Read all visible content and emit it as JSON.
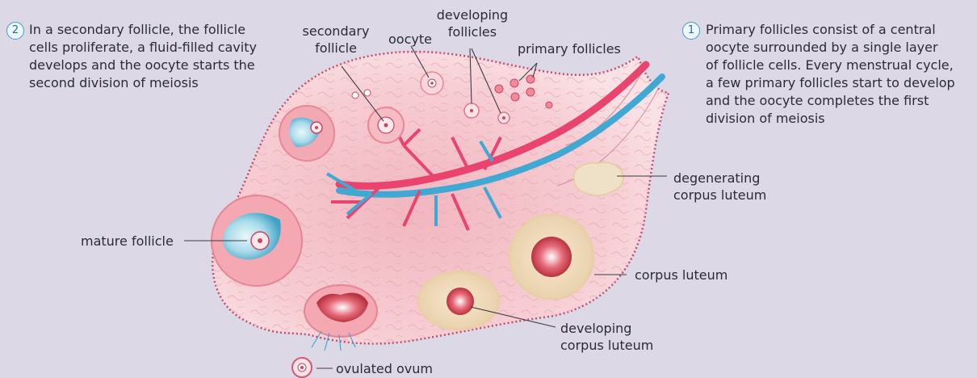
{
  "notes": {
    "left": {
      "number": "2",
      "text": "In a secondary follicle, the follicle\ncells proliferate, a fluid-filled cavity\ndevelops and the oocyte starts the\nsecond division of meiosis"
    },
    "right": {
      "number": "1",
      "text": "Primary follicles consist of a central\noocyte surrounded by a single layer\nof follicle cells. Every menstrual cycle,\na few primary follicles start to develop\nand the oocyte completes the first\ndivision of meiosis"
    }
  },
  "labels": {
    "secondary_follicle": "secondary\nfollicle",
    "oocyte": "oocyte",
    "developing_follicles": "developing\nfollicles",
    "primary_follicles": "primary follicles",
    "degenerating_corpus_luteum": "degenerating\ncorpus luteum",
    "mature_follicle": "mature follicle",
    "corpus_luteum": "corpus luteum",
    "developing_corpus_luteum": "developing\ncorpus luteum",
    "ovulated_ovum": "ovulated ovum"
  },
  "colors": {
    "background": "#dcd8e6",
    "ovary_fill": "#f6cdd3",
    "ovary_edge": "#c04a6a",
    "artery": "#e9436e",
    "vein": "#3fa9d3",
    "follicle_fluid": "#5fb8d4",
    "corpus_luteum": "#f1dcc0",
    "badge": "#3aa0c6"
  }
}
